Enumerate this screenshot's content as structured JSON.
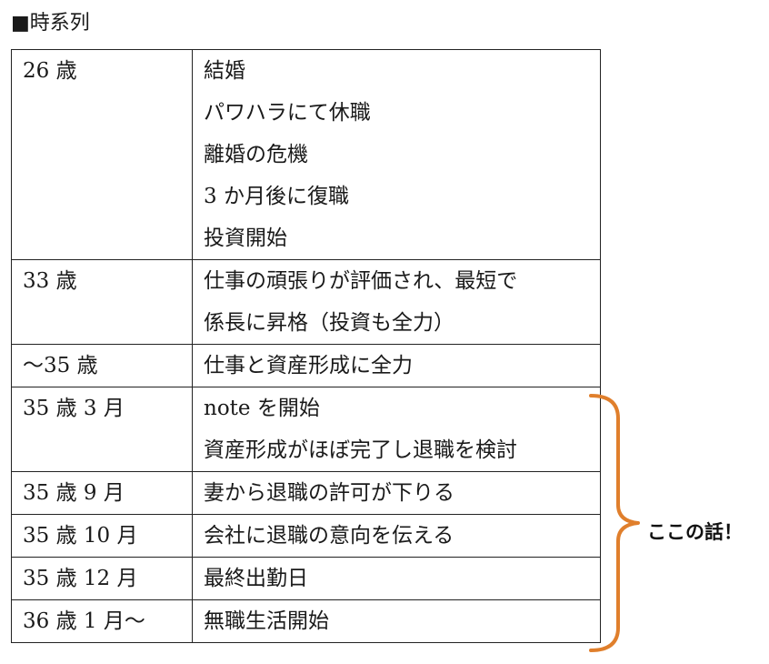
{
  "heading": "■時系列",
  "rows": [
    {
      "age": "26 歳",
      "events": [
        "結婚",
        "パワハラにて休職",
        "離婚の危機",
        "3 か月後に復職",
        "投資開始"
      ]
    },
    {
      "age": "33 歳",
      "events": [
        "仕事の頑張りが評価され、最短で",
        "係長に昇格（投資も全力）"
      ]
    },
    {
      "age": "～35 歳",
      "events": [
        "仕事と資産形成に全力"
      ]
    },
    {
      "age": "35 歳 3 月",
      "events": [
        "note を開始",
        "資産形成がほぼ完了し退職を検討"
      ]
    },
    {
      "age": "35 歳 9 月",
      "events": [
        "妻から退職の許可が下りる"
      ]
    },
    {
      "age": "35 歳 10 月",
      "events": [
        "会社に退職の意向を伝える"
      ]
    },
    {
      "age": "35 歳 12 月",
      "events": [
        "最終出勤日"
      ]
    },
    {
      "age": "36 歳 1 月～",
      "events": [
        "無職生活開始"
      ]
    }
  ],
  "annotation": {
    "label": "ここの話！",
    "color": "#E07F2C"
  }
}
